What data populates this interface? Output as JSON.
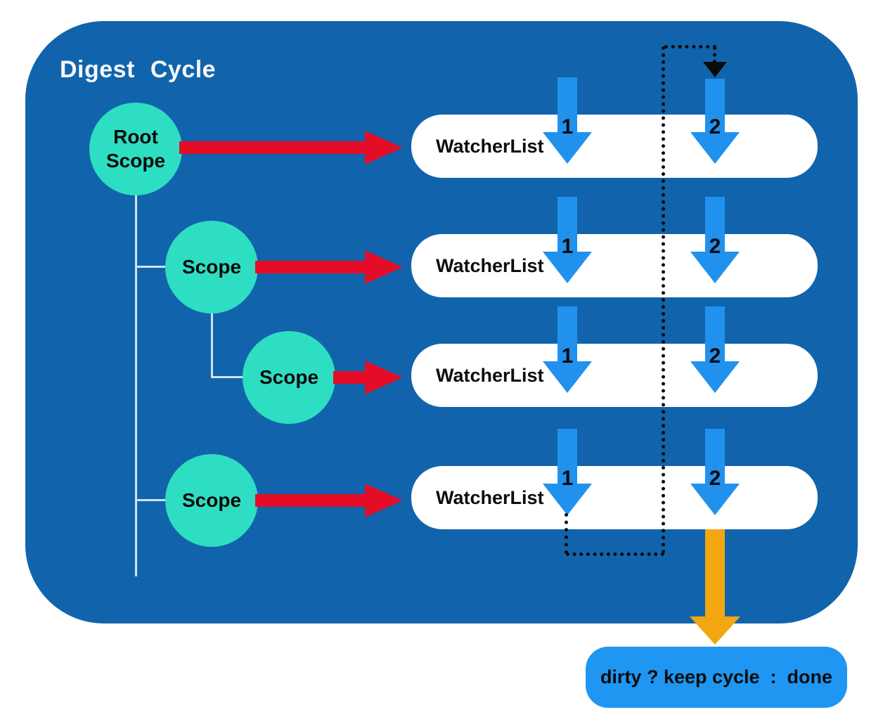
{
  "title": "Digest Cycle",
  "tree": {
    "root_label": "Root Scope",
    "scope2_label": "Scope",
    "scope3_label": "Scope",
    "scope4_label": "Scope"
  },
  "rows": [
    {
      "watcher_label": "WatcherList",
      "col1_label": "1",
      "col2_label": "2"
    },
    {
      "watcher_label": "WatcherList",
      "col1_label": "1",
      "col2_label": "2"
    },
    {
      "watcher_label": "WatcherList",
      "col1_label": "1",
      "col2_label": "2"
    },
    {
      "watcher_label": "WatcherList",
      "col1_label": "1",
      "col2_label": "2"
    }
  ],
  "decision_label": "dirty ? keep cycle  :  done",
  "colors": {
    "panel_blue": "#1164ab",
    "scope_teal": "#2edec2",
    "step_arrow_blue": "#2191ee",
    "scope_arrow_red": "#e50c28",
    "result_arrow_orange": "#f2a60f",
    "decision_blue": "#1f96f2",
    "watcher_box_white": "#ffffff",
    "tree_line_light": "#d4e2f0",
    "dotted_loop_black": "#0a0a0a"
  }
}
